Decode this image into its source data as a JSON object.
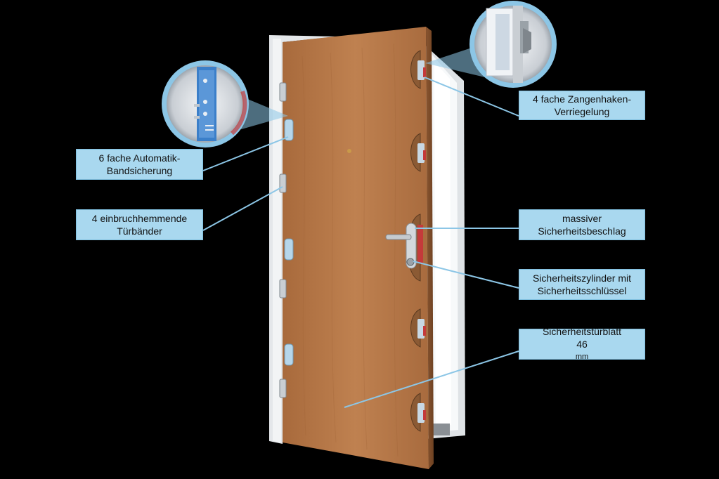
{
  "labels": {
    "zangenhaken": {
      "line1": "4 fache Zangenhaken-",
      "line2": "Verriegelung"
    },
    "automatik": {
      "line1": "6 fache Automatik-",
      "line2": "Bandsicherung"
    },
    "tuerbaender": {
      "line1": "4 einbruchhemmende",
      "line2": "Türbänder"
    },
    "beschlag": {
      "line1": "massiver",
      "line2": "Sicherheitsbeschlag"
    },
    "zylinder": {
      "line1": "Sicherheitszylinder mit",
      "line2": "Sicherheitsschlüssel"
    },
    "tuerblatt": {
      "line1": "Sicherheitstürblatt",
      "line2_value": "46",
      "line2_unit": "mm"
    }
  },
  "colors": {
    "label_bg": "#a9d8ef",
    "leader_line": "#8cc6e6",
    "door_wood": "#b87a4a",
    "frame": "#e6e8ea",
    "background": "#000000"
  }
}
